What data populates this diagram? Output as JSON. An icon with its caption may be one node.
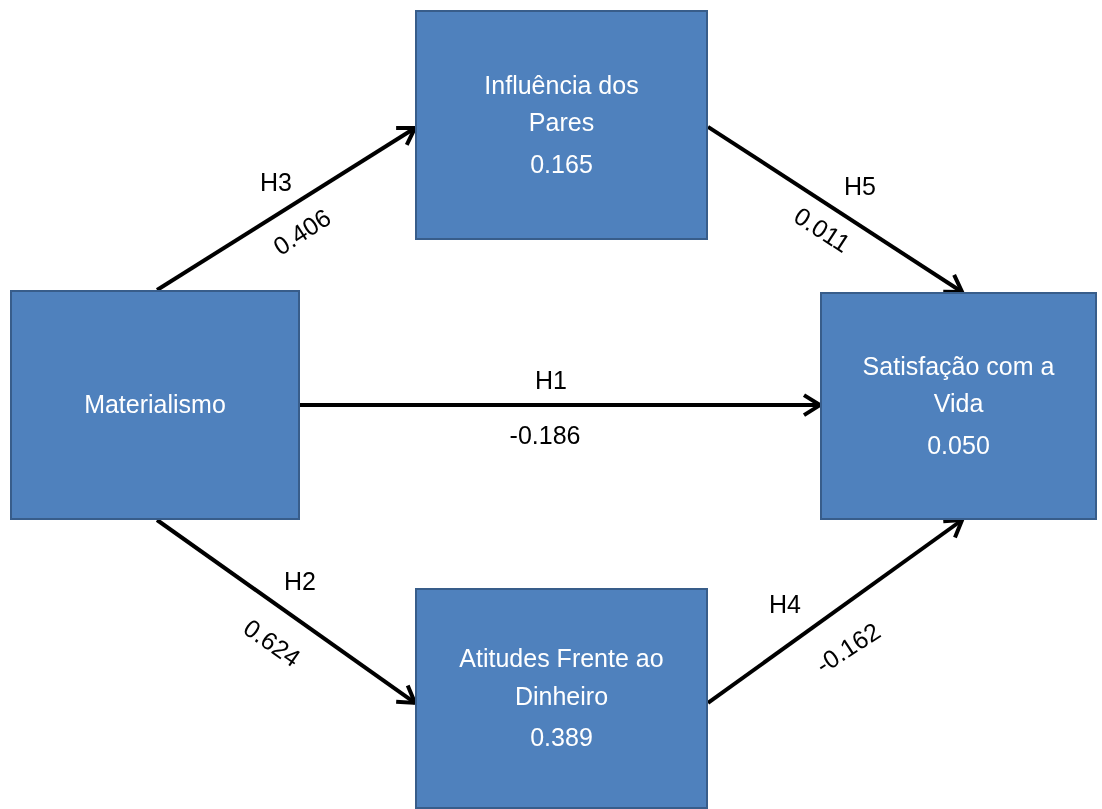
{
  "diagram": {
    "nodes": [
      {
        "text": [
          "Materialismo"
        ]
      },
      {
        "text": [
          "Influência dos Pares",
          "0.165"
        ]
      },
      {
        "text": [
          "Satisfação com a Vida",
          "0.050"
        ]
      },
      {
        "text": [
          "Atitudes Frente ao Dinheiro",
          "0.389"
        ]
      }
    ],
    "edges": [
      {
        "from": 0,
        "to": 1,
        "arrow": "to",
        "label": "H3"
      },
      {
        "from": 1,
        "to": 2,
        "arrow": "to",
        "label": "H5"
      },
      {
        "from": 0,
        "to": 2,
        "arrow": "to",
        "label": "H1"
      },
      {
        "from": 0,
        "to": 3,
        "arrow": "to",
        "label": "H2"
      },
      {
        "from": 3,
        "to": 2,
        "arrow": "to",
        "label": "H4"
      }
    ],
    "labels": [
      "0.406",
      "0.011",
      "-0.186",
      "0.624",
      "-0.162"
    ]
  }
}
